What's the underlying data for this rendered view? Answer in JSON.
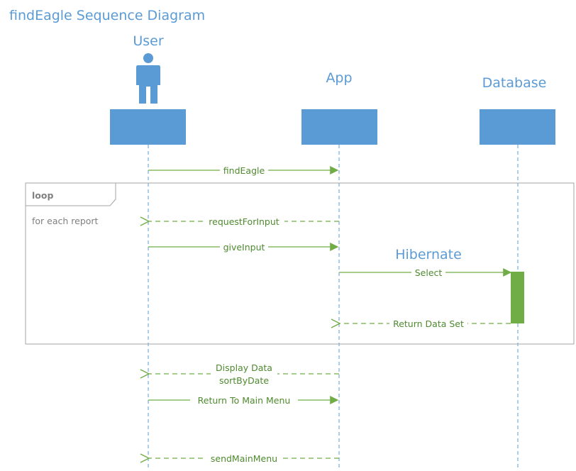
{
  "diagram": {
    "title": "findEagle Sequence Diagram",
    "actors": {
      "user": "User",
      "app": "App",
      "database": "Database"
    },
    "loop": {
      "label": "loop",
      "condition": "for each report"
    },
    "note": "Hibernate",
    "messages": [
      {
        "label": "findEagle",
        "from": "user",
        "to": "app",
        "style": "solid"
      },
      {
        "label": "requestForInput",
        "from": "app",
        "to": "user",
        "style": "dashed"
      },
      {
        "label": "giveInput",
        "from": "user",
        "to": "app",
        "style": "solid"
      },
      {
        "label": "Select",
        "from": "app",
        "to": "database",
        "style": "solid"
      },
      {
        "label": "Return Data Set",
        "from": "database",
        "to": "app",
        "style": "dashed"
      },
      {
        "label": "Display Data",
        "from": "app",
        "to": "user",
        "style": "dashed"
      },
      {
        "label": "sortByDate",
        "from": "app",
        "to": "user",
        "style": "dashed"
      },
      {
        "label": "Return To Main Menu",
        "from": "user",
        "to": "app",
        "style": "solid"
      },
      {
        "label": "sendMainMenu",
        "from": "app",
        "to": "user",
        "style": "dashed"
      }
    ],
    "colors": {
      "lifeline_box": "#5b9bd5",
      "message": "#70ad47",
      "label": "#4e8a2e",
      "frame": "#a6a6a6"
    }
  }
}
